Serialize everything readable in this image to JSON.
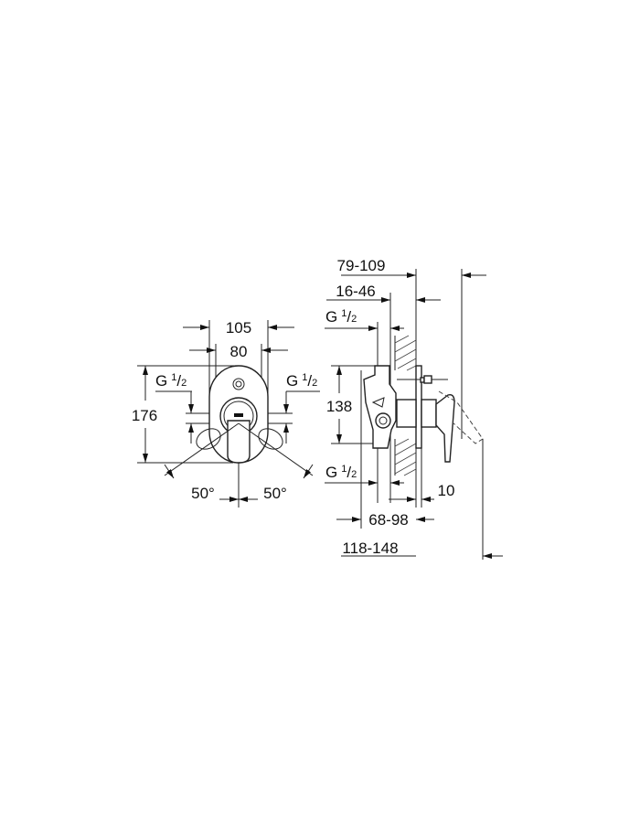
{
  "front_view": {
    "width_outer": "105",
    "width_inner": "80",
    "height": "176",
    "inlet_left": {
      "main": "G",
      "num": "1",
      "den": "2"
    },
    "inlet_right": {
      "main": "G",
      "num": "1",
      "den": "2"
    },
    "angle_left": "50°",
    "angle_right": "50°"
  },
  "side_view": {
    "depth_total_from_wall": "79-109",
    "depth_inset": "16-46",
    "inlet_top": {
      "main": "G",
      "num": "1",
      "den": "2"
    },
    "inlet_bottom": {
      "main": "G",
      "num": "1",
      "den": "2"
    },
    "height": "138",
    "plate_offset": "10",
    "install_depth": "68-98",
    "overall_depth": "118-148"
  }
}
